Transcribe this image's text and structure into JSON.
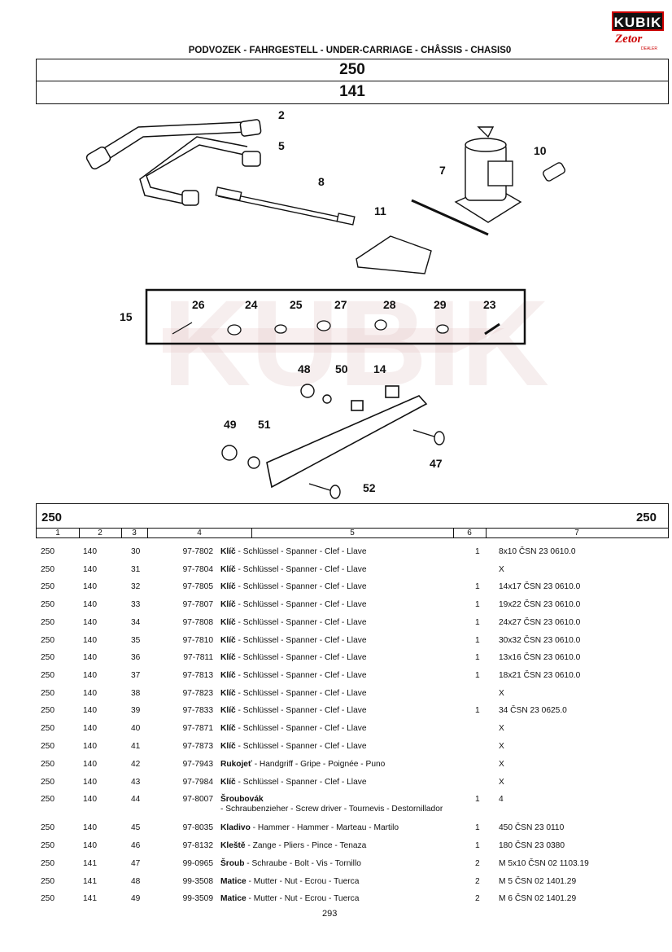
{
  "logo": {
    "brand": "KUBIK",
    "sub": "Zetor",
    "tag": "DEALER"
  },
  "header": {
    "title": "PODVOZEK - FAHRGESTELL - UNDER-CARRIAGE - CHÂSSIS - CHASIS0",
    "model": "250",
    "group": "141"
  },
  "diagram": {
    "callouts": [
      "2",
      "5",
      "8",
      "7",
      "10",
      "11",
      "15",
      "26",
      "24",
      "25",
      "27",
      "28",
      "29",
      "23",
      "48",
      "50",
      "14",
      "49",
      "51",
      "47",
      "52"
    ],
    "watermark": "KUBIK"
  },
  "table": {
    "header_left": "250",
    "header_right": "250",
    "col_numbers": [
      "1",
      "2",
      "3",
      "4",
      "5",
      "6",
      "7"
    ],
    "rows": [
      {
        "c1": "250",
        "c2": "140",
        "c3": "30",
        "c4": "97-7802",
        "name": "Klíč",
        "desc": " - Schlüssel - Spanner - Clef - Llave",
        "qty": "1",
        "note": "8x10 ČSN 23 0610.0"
      },
      {
        "c1": "250",
        "c2": "140",
        "c3": "31",
        "c4": "97-7804",
        "name": "Klíč",
        "desc": " - Schlüssel - Spanner - Clef - Llave",
        "qty": "",
        "note": "X"
      },
      {
        "c1": "250",
        "c2": "140",
        "c3": "32",
        "c4": "97-7805",
        "name": "Klíč",
        "desc": " - Schlüssel - Spanner - Clef - Llave",
        "qty": "1",
        "note": "14x17 ČSN 23 0610.0"
      },
      {
        "c1": "250",
        "c2": "140",
        "c3": "33",
        "c4": "97-7807",
        "name": "Klíč",
        "desc": " - Schlüssel - Spanner - Clef - Llave",
        "qty": "1",
        "note": "19x22 ČSN 23 0610.0"
      },
      {
        "c1": "250",
        "c2": "140",
        "c3": "34",
        "c4": "97-7808",
        "name": "Klíč",
        "desc": " - Schlüssel - Spanner - Clef - Llave",
        "qty": "1",
        "note": "24x27 ČSN 23 0610.0"
      },
      {
        "c1": "250",
        "c2": "140",
        "c3": "35",
        "c4": "97-7810",
        "name": "Klíč",
        "desc": " - Schlüssel - Spanner - Clef - Llave",
        "qty": "1",
        "note": "30x32 ČSN 23 0610.0"
      },
      {
        "c1": "250",
        "c2": "140",
        "c3": "36",
        "c4": "97-7811",
        "name": "Klíč",
        "desc": " - Schlüssel - Spanner - Clef - Llave",
        "qty": "1",
        "note": "13x16 ČSN 23 0610.0"
      },
      {
        "c1": "250",
        "c2": "140",
        "c3": "37",
        "c4": "97-7813",
        "name": "Klíč",
        "desc": " - Schlüssel - Spanner - Clef - Llave",
        "qty": "1",
        "note": "18x21 ČSN 23 0610.0"
      },
      {
        "c1": "250",
        "c2": "140",
        "c3": "38",
        "c4": "97-7823",
        "name": "Klíč",
        "desc": " - Schlüssel - Spanner - Clef - Llave",
        "qty": "",
        "note": "X"
      },
      {
        "c1": "250",
        "c2": "140",
        "c3": "39",
        "c4": "97-7833",
        "name": "Klíč",
        "desc": " - Schlüssel - Spanner - Clef - Llave",
        "qty": "1",
        "note": "34 ČSN 23 0625.0"
      },
      {
        "c1": "250",
        "c2": "140",
        "c3": "40",
        "c4": "97-7871",
        "name": "Klíč",
        "desc": " - Schlüssel - Spanner - Clef - Llave",
        "qty": "",
        "note": "X"
      },
      {
        "c1": "250",
        "c2": "140",
        "c3": "41",
        "c4": "97-7873",
        "name": "Klíč",
        "desc": " - Schlüssel - Spanner - Clef - Llave",
        "qty": "",
        "note": "X"
      },
      {
        "c1": "250",
        "c2": "140",
        "c3": "42",
        "c4": "97-7943",
        "name": "Rukojeť",
        "desc": " - Handgriff - Gripe - Poignée - Puno",
        "qty": "",
        "note": "X"
      },
      {
        "c1": "250",
        "c2": "140",
        "c3": "43",
        "c4": "97-7984",
        "name": "Klíč",
        "desc": " - Schlüssel - Spanner - Clef - Llave",
        "qty": "",
        "note": "X"
      },
      {
        "c1": "250",
        "c2": "140",
        "c3": "44",
        "c4": "97-8007",
        "name": "Šroubovák",
        "desc": " - Schraubenzieher - Screw driver - Tournevis - Destornillador",
        "qty": "1",
        "note": "4"
      },
      {
        "c1": "250",
        "c2": "140",
        "c3": "45",
        "c4": "97-8035",
        "name": "Kladivo",
        "desc": " - Hammer - Hammer - Marteau - Martilo",
        "qty": "1",
        "note": "450 ČSN 23 0110"
      },
      {
        "c1": "250",
        "c2": "140",
        "c3": "46",
        "c4": "97-8132",
        "name": "Kleště",
        "desc": " - Zange - Pliers - Pince - Tenaza",
        "qty": "1",
        "note": "180 ČSN 23 0380"
      },
      {
        "c1": "250",
        "c2": "141",
        "c3": "47",
        "c4": "99-0965",
        "name": "Šroub",
        "desc": " - Schraube - Bolt - Vis - Tornillo",
        "qty": "2",
        "note": "M 5x10 ČSN 02 1103.19"
      },
      {
        "c1": "250",
        "c2": "141",
        "c3": "48",
        "c4": "99-3508",
        "name": "Matice",
        "desc": " - Mutter - Nut - Ecrou - Tuerca",
        "qty": "2",
        "note": "M 5 ČSN 02 1401.29"
      },
      {
        "c1": "250",
        "c2": "141",
        "c3": "49",
        "c4": "99-3509",
        "name": "Matice",
        "desc": " - Mutter - Nut - Ecrou - Tuerca",
        "qty": "2",
        "note": "M 6 ČSN 02 1401.29"
      }
    ]
  },
  "page_number": "293"
}
